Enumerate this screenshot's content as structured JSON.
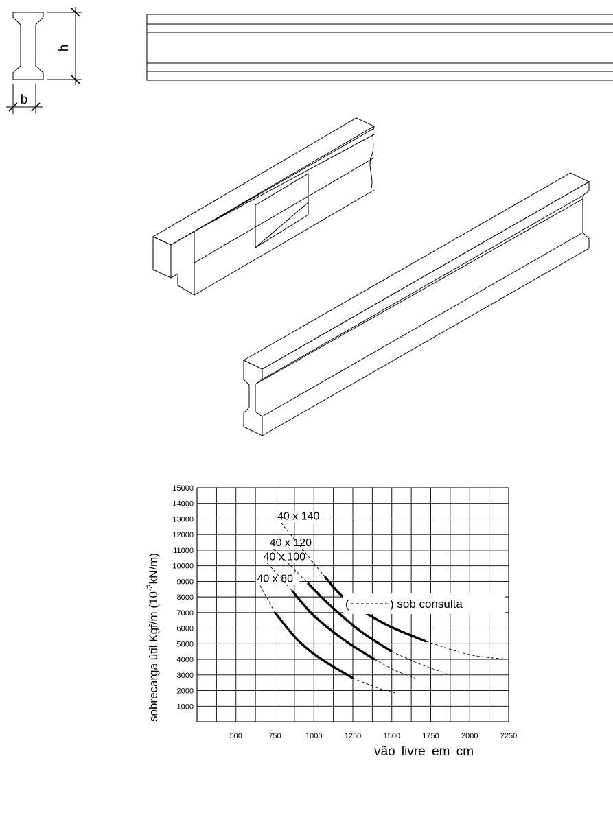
{
  "dimensions": {
    "height_label": "h",
    "width_label": "b"
  },
  "chart_data": {
    "type": "line",
    "xlabel": "vão livre em cm",
    "ylabel": "sobrecarga útil Kgf/m (10",
    "ylabel_exp": "-2",
    "ylabel_end": "kN/m)",
    "xlim": [
      250,
      2250
    ],
    "ylim": [
      0,
      15000
    ],
    "x_ticks": [
      500,
      750,
      1000,
      1250,
      1500,
      1750,
      2000,
      2250
    ],
    "y_ticks": [
      1000,
      2000,
      3000,
      4000,
      5000,
      6000,
      7000,
      8000,
      9000,
      10000,
      11000,
      12000,
      13000,
      14000,
      15000
    ],
    "legend_note": "(------) sob consulta",
    "legend_open": "(",
    "legend_close": ") sob consulta",
    "series": [
      {
        "name": "40 x 80",
        "dashed_before": [
          [
            640,
            9000
          ],
          [
            750,
            7000
          ]
        ],
        "solid": [
          [
            750,
            7000
          ],
          [
            900,
            5200
          ],
          [
            1050,
            4000
          ],
          [
            1250,
            2800
          ]
        ],
        "dashed_after": [
          [
            1250,
            2800
          ],
          [
            1400,
            2200
          ],
          [
            1520,
            1850
          ]
        ]
      },
      {
        "name": "40 x 100",
        "dashed_before": [
          [
            680,
            10400
          ],
          [
            860,
            8400
          ]
        ],
        "solid": [
          [
            860,
            8400
          ],
          [
            1000,
            6800
          ],
          [
            1200,
            5200
          ],
          [
            1390,
            4000
          ]
        ],
        "dashed_after": [
          [
            1390,
            4000
          ],
          [
            1520,
            3300
          ],
          [
            1650,
            2800
          ]
        ]
      },
      {
        "name": "40 x 120",
        "dashed_before": [
          [
            720,
            11300
          ],
          [
            960,
            8900
          ]
        ],
        "solid": [
          [
            960,
            8900
          ],
          [
            1100,
            7500
          ],
          [
            1300,
            5800
          ],
          [
            1500,
            4500
          ]
        ],
        "dashed_after": [
          [
            1500,
            4500
          ],
          [
            1680,
            3700
          ],
          [
            1850,
            3100
          ]
        ]
      },
      {
        "name": "40 x 140",
        "dashed_before": [
          [
            770,
            13000
          ],
          [
            1070,
            9300
          ]
        ],
        "solid": [
          [
            1070,
            9300
          ],
          [
            1200,
            7900
          ],
          [
            1450,
            6300
          ],
          [
            1720,
            5150
          ]
        ],
        "dashed_after": [
          [
            1720,
            5150
          ],
          [
            2000,
            4300
          ],
          [
            2250,
            4000
          ]
        ]
      }
    ]
  }
}
